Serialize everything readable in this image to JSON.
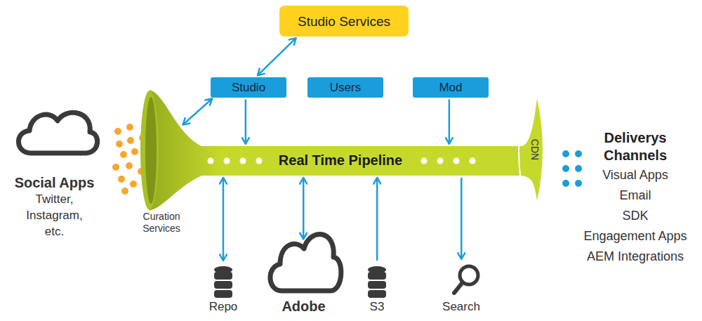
{
  "diagram": {
    "nodes": [
      {
        "text": [
          "Studio Services"
        ]
      },
      {
        "text": [
          "Studio"
        ]
      },
      {
        "text": [
          "Users"
        ]
      },
      {
        "text": [
          "Mod"
        ]
      },
      {
        "text": [
          "Social Apps",
          "Twitter, Instagram, etc."
        ]
      },
      {
        "text": [
          "Real Time Pipeline"
        ]
      },
      {
        "text": [
          "Repo"
        ]
      },
      {
        "text": [
          "Adobe"
        ]
      },
      {
        "text": [
          "S3"
        ]
      },
      {
        "text": [
          "Search"
        ]
      }
    ],
    "edges": [
      {
        "from": 0,
        "to": 1,
        "arrow": "both"
      },
      {
        "from": 1,
        "to": 5,
        "arrow": "both"
      },
      {
        "from": 1,
        "to": 5,
        "arrow": "to"
      },
      {
        "from": 3,
        "to": 5,
        "arrow": "to"
      },
      {
        "from": 5,
        "to": 6,
        "arrow": "both"
      },
      {
        "from": 5,
        "to": 7,
        "arrow": "both"
      },
      {
        "from": 8,
        "to": 5,
        "arrow": "to"
      },
      {
        "from": 5,
        "to": 9,
        "arrow": "to"
      }
    ],
    "labels": [
      "Curation Services",
      "CDN",
      "Deliverys Channels",
      "Visual Apps",
      "Email",
      "SDK",
      "Engagement Apps",
      "AEM Integrations"
    ]
  }
}
